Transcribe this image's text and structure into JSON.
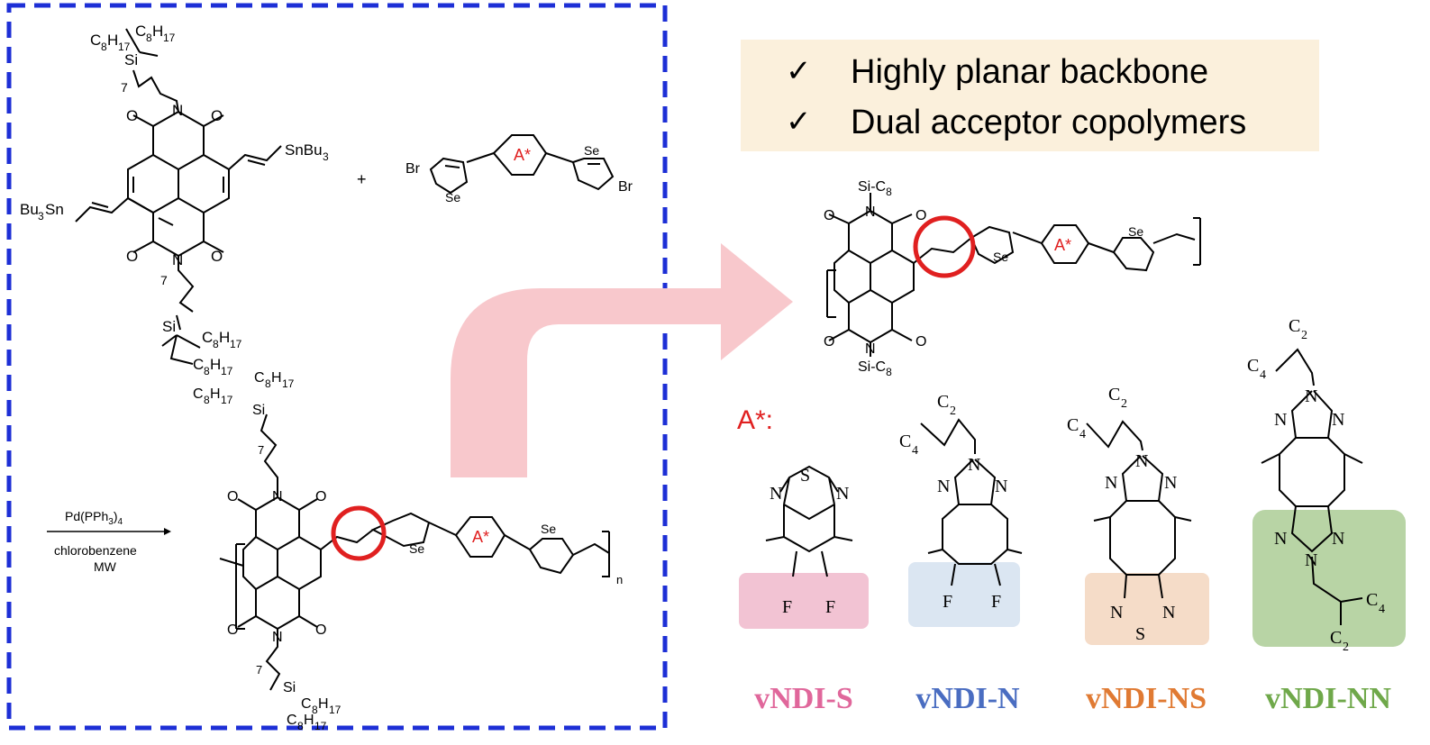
{
  "highlights": [
    "Highly planar backbone",
    "Dual acceptor copolymers"
  ],
  "check_glyph": "✓",
  "reaction": {
    "catalyst_pre": "Pd(PPh",
    "catalyst_sub": "3",
    "catalyst_post": ")",
    "catalyst_sub2": "4",
    "solvent": "chlorobenzene",
    "condition": "MW",
    "plus": "+"
  },
  "monomer1": {
    "top_r1": "C",
    "top_r1_sub": "8",
    "top_r1_h": "H",
    "top_r1_hsub": "17",
    "si": "Si",
    "chain": "7",
    "sn_right": "SnBu",
    "sn_right_sub": "3",
    "sn_left": "Bu",
    "sn_left_sub": "3",
    "sn_left_tail": "Sn"
  },
  "monomer2": {
    "br": "Br",
    "se": "Se",
    "acceptor": "A*"
  },
  "atoms": {
    "oxygen": "O",
    "nitrogen": "N",
    "polymer_n": "n"
  },
  "product_sidechain": {
    "label": "Si-C",
    "sub": "8"
  },
  "acceptor_key": "A*:",
  "variants": [
    {
      "name": "vNDI-S",
      "color": "#e0679b",
      "box": "#f2c3d3"
    },
    {
      "name": "vNDI-N",
      "color": "#4a6dc1",
      "box": "#dbe6f2"
    },
    {
      "name": "vNDI-NS",
      "color": "#e07a33",
      "box": "#f5dcc8"
    },
    {
      "name": "vNDI-NN",
      "color": "#6fa84a",
      "box": "#b8d4a5"
    }
  ],
  "variant_atoms": {
    "s": "S",
    "f": "F",
    "c2": "C",
    "c2_sub": "2",
    "c4": "C",
    "c4_sub": "4"
  },
  "colors": {
    "dash_box": "#1d2fd6",
    "arrow": "#f8c8cc",
    "highlight_bg": "#fbf0dc",
    "circle": "#e02020",
    "acceptor_text": "#e02020"
  }
}
